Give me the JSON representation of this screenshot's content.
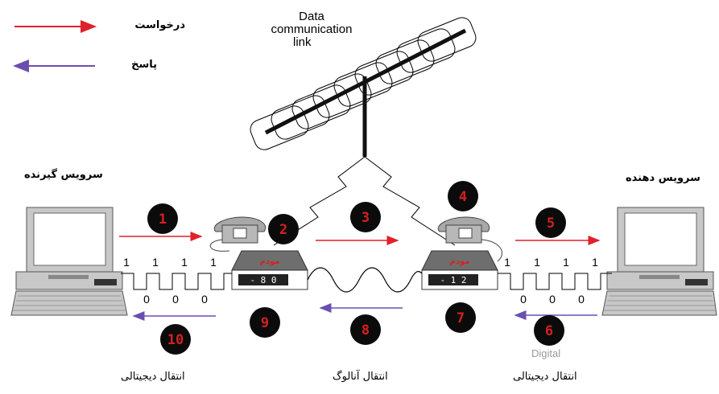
{
  "legend": {
    "request_label": "درخواست",
    "response_label": "پاسخ",
    "request_color": "#e0202a",
    "response_color": "#6a4fb0"
  },
  "link": {
    "label_line1": "Data",
    "label_line2": "communication",
    "label_line3": "link"
  },
  "client_label": "سرویس گیرنده",
  "server_label": "سرویس دهنده",
  "bottom": {
    "left": "انتقال دیجیتالی",
    "middle": "انتقال آنالوگ",
    "right": "انتقال دیجیتالی"
  },
  "steps": [
    "1",
    "2",
    "3",
    "4",
    "5",
    "6",
    "7",
    "8",
    "9",
    "10"
  ],
  "left_bits_top": [
    "1",
    "1",
    "1",
    "1"
  ],
  "left_bits_bottom": [
    "0",
    "0",
    "0"
  ],
  "right_bits_top": [
    "1",
    "1",
    "1",
    "1"
  ],
  "right_bits_bottom": [
    "0",
    "0",
    "0"
  ],
  "modem_left": {
    "label": "مودم",
    "display": "- 8 0"
  },
  "modem_right": {
    "label": "مودم",
    "display": "- 1 2"
  },
  "faded_text": "Digital"
}
